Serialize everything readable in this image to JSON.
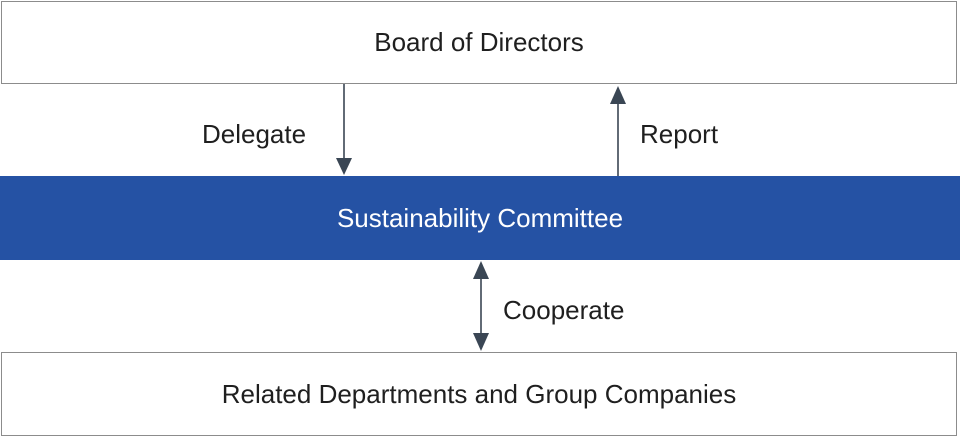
{
  "boxes": {
    "top": "Board of Directors",
    "middle": "Sustainability Committee",
    "bottom": "Related Departments and Group Companies"
  },
  "connectors": {
    "delegate": "Delegate",
    "report": "Report",
    "cooperate": "Cooperate"
  },
  "colors": {
    "committee_fill": "#2552a4",
    "border": "#8c8c8c",
    "arrow": "#3a4654",
    "text": "#1f1f1f"
  }
}
